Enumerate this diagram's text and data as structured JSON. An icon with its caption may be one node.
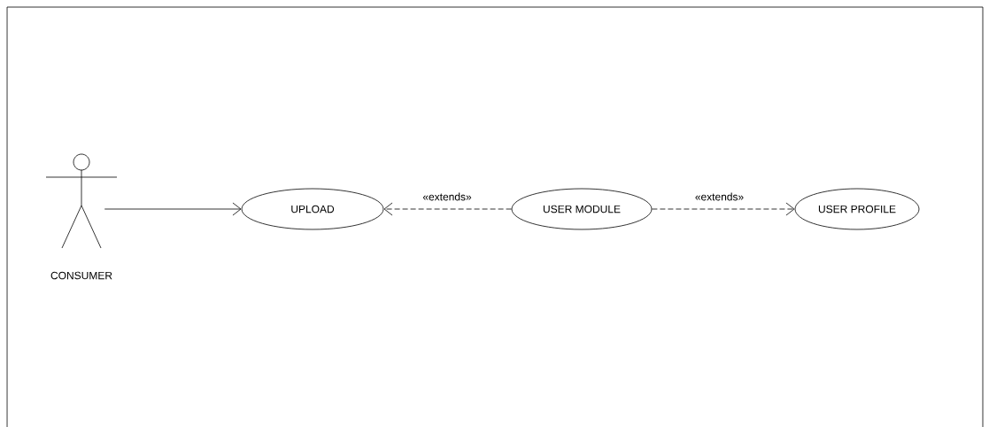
{
  "diagram": {
    "nodes": [
      {
        "text": [
          "CONSUMER"
        ]
      },
      {
        "text": [
          "UPLOAD"
        ]
      },
      {
        "text": [
          "USER MODULE"
        ]
      },
      {
        "text": [
          "USER PROFILE"
        ]
      }
    ],
    "edges": [
      {
        "from": 0,
        "to": 1,
        "arrow": "to"
      },
      {
        "from": 2,
        "to": 1,
        "arrow": "to",
        "label": "«extends»",
        "style": "dashed"
      },
      {
        "from": 2,
        "to": 3,
        "arrow": "to",
        "label": "«extends»",
        "style": "dashed"
      }
    ]
  }
}
